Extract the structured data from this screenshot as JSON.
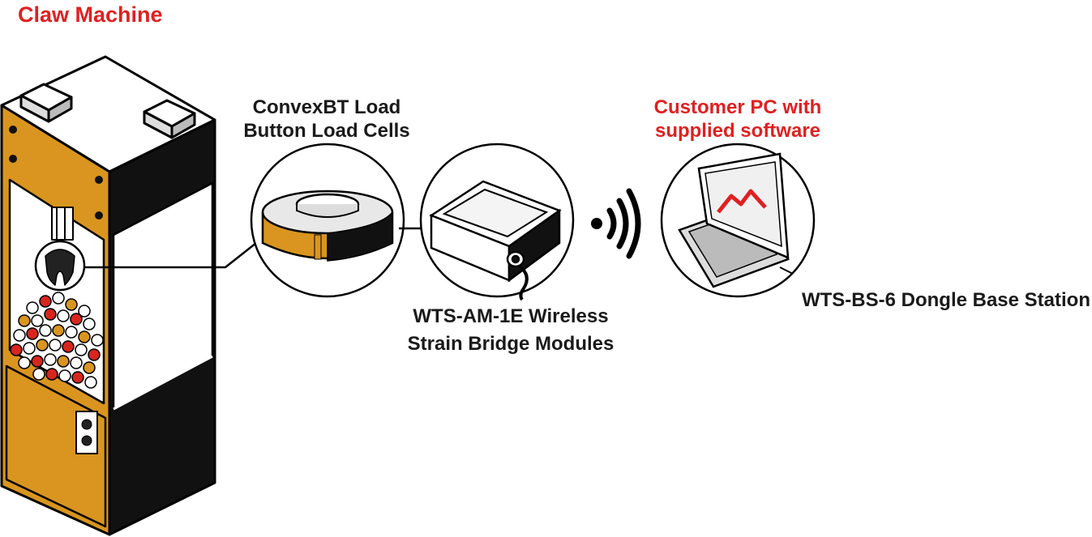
{
  "title": "Claw Machine",
  "labels": {
    "load_cells": [
      "ConvexBT Load",
      "Button Load Cells"
    ],
    "module": [
      "WTS-AM-1E Wireless",
      "Strain Bridge Modules"
    ],
    "pc": [
      "Customer PC with",
      "supplied software"
    ],
    "base_station": "WTS-BS-6 Dongle Base Station"
  },
  "colors": {
    "accent_red": "#e02020",
    "cabinet_gold": "#d9951f",
    "outline": "#000000",
    "text": "#1a1a1a"
  },
  "icons": [
    "claw-machine-illustration",
    "load-button-icon",
    "strain-module-icon",
    "wireless-signal-icon",
    "laptop-icon"
  ]
}
